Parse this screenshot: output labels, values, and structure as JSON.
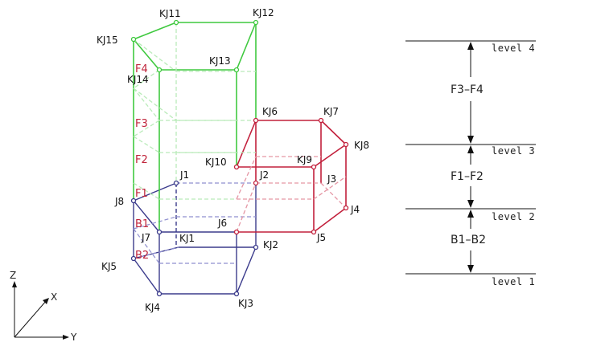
{
  "diagram": {
    "node_labels": {
      "KJ11": "KJ11",
      "KJ12": "KJ12",
      "KJ15": "KJ15",
      "KJ13": "KJ13",
      "KJ14": "KJ14",
      "KJ6": "KJ6",
      "KJ7": "KJ7",
      "KJ8": "KJ8",
      "KJ9": "KJ9",
      "KJ10": "KJ10",
      "J1": "J1",
      "J2": "J2",
      "J3": "J3",
      "J4": "J4",
      "J5": "J5",
      "J6": "J6",
      "J7": "J7",
      "J8": "J8",
      "KJ1": "KJ1",
      "KJ2": "KJ2",
      "KJ3": "KJ3",
      "KJ4": "KJ4",
      "KJ5": "KJ5"
    },
    "story_labels": {
      "F4": "F4",
      "F3": "F3",
      "F2": "F2",
      "F1": "F1",
      "B1": "B1",
      "B2": "B2"
    },
    "level_labels": {
      "level4": "level 4",
      "level3": "level 3",
      "level2": "level 2",
      "level1": "level 1"
    },
    "range_labels": {
      "upper": "F3–F4",
      "middle": "F1–F2",
      "lower": "B1–B2"
    },
    "axes": {
      "z": "Z",
      "x": "X",
      "y": "Y"
    },
    "colors": {
      "upper_frame": "#3fc93f",
      "middle_frame": "#c2203c",
      "lower_frame": "#3b3b8c",
      "story_text": "#c0243b",
      "guide": "#111111"
    }
  }
}
